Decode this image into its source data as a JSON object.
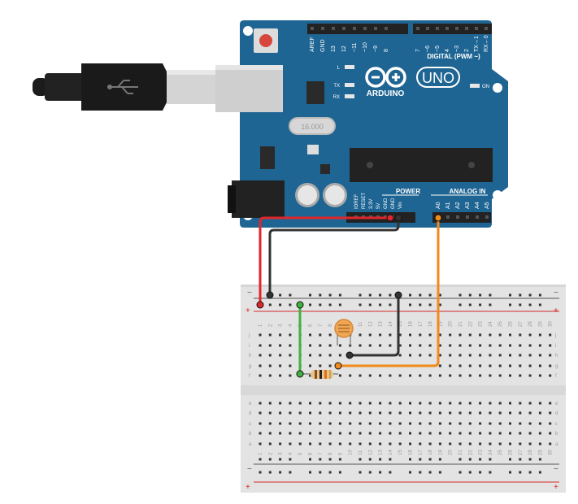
{
  "board": {
    "digital_pins": [
      "AREF",
      "GND",
      "13",
      "12",
      "~11",
      "~10",
      "~9",
      "8",
      "7",
      "~6",
      "~5",
      "4",
      "~3",
      "2",
      "TX→1",
      "RX←0"
    ],
    "digital_label": "DIGITAL (PWM ~)",
    "brand": "ARDUINO",
    "model": "UNO",
    "led_l": "L",
    "led_tx": "TX",
    "led_rx": "RX",
    "led_on": "ON",
    "crystal": "16.000",
    "power_label": "POWER",
    "power_pins": [
      "IOREF",
      "RESET",
      "3.3V",
      "5V",
      "GND",
      "GND",
      "Vin"
    ],
    "analog_label": "ANALOG IN",
    "analog_pins": [
      "A0",
      "A1",
      "A2",
      "A3",
      "A4",
      "A5"
    ]
  },
  "breadboard": {
    "rail_minus": "−",
    "rail_plus": "+",
    "rows_top": [
      "j",
      "i",
      "h",
      "g",
      "f"
    ],
    "rows_bottom": [
      "e",
      "d",
      "c",
      "b",
      "a"
    ],
    "columns": 30
  },
  "colors": {
    "board_blue": "#1f6593",
    "wire_red": "#e0262a",
    "wire_black": "#333333",
    "wire_green": "#3fb23f",
    "wire_orange": "#f18a1c"
  }
}
